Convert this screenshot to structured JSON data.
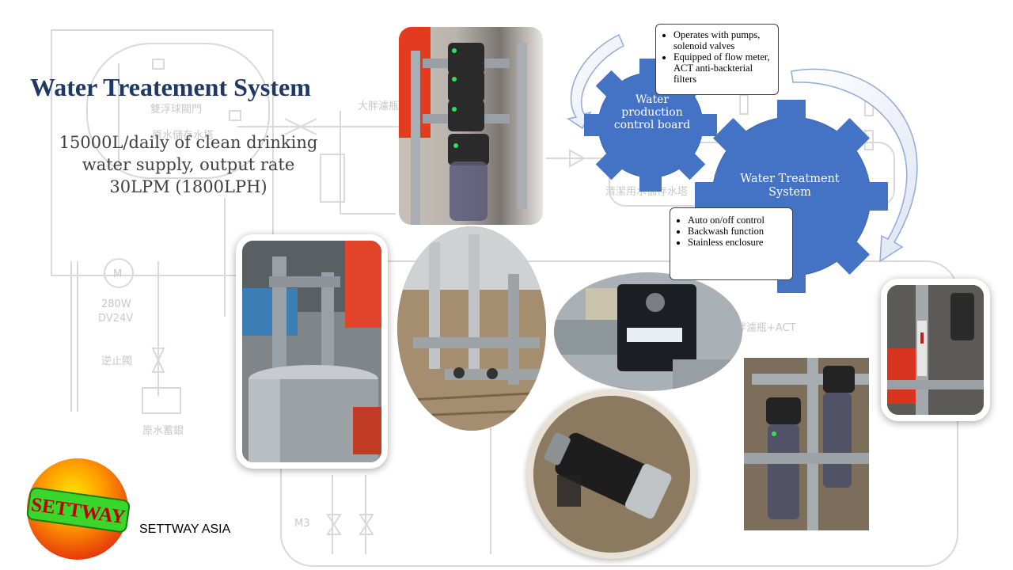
{
  "slide": {
    "title": "Water Treatement System",
    "subtitle_lines": [
      "15000L/daily of clean drinking",
      "water supply, output rate",
      "30LPM (1800LPH)"
    ]
  },
  "schematic_labels": {
    "float_valve": "雙浮球閥門",
    "raw_tank": "原水儲存水塔",
    "big_filter": "大胖濾瓶",
    "clean_tank": "清潔用水儲存水塔",
    "motor_power": "280W",
    "motor_voltage": "DV24V",
    "check_valve": "逆止閥",
    "raw_pool": "原水蓄銀",
    "filter_act": "胖濾瓶+ACT",
    "m3": "M3",
    "motor_symbol": "M"
  },
  "diagram": {
    "gear_small_label": "Water production control board",
    "gear_large_label": "Water Treatment System",
    "callout_top": [
      "Operates with pumps, solenoid valves",
      "Equipped of flow meter, ACT anti-backterial filters"
    ],
    "callout_bottom": [
      "Auto on/off control",
      "Backwash function",
      "Stainless enclosure"
    ],
    "gear_color": "#4472c4"
  },
  "photos": [
    {
      "name": "filter-housings-photo",
      "subject": "filter-housings"
    },
    {
      "name": "stainless-enclosure-photo",
      "subject": "stainless-tank"
    },
    {
      "name": "piping-oval-photo",
      "subject": "piping"
    },
    {
      "name": "solenoid-valve-photo",
      "subject": "solenoid-valve"
    },
    {
      "name": "pump-motor-photo",
      "subject": "pump-motor"
    },
    {
      "name": "filter-assembly-photo",
      "subject": "filter-assembly"
    },
    {
      "name": "flow-meter-photo",
      "subject": "flow-meter"
    }
  ],
  "logo": {
    "badge_text": "SETTWAY",
    "company_name": "SETTWAY ASIA",
    "colors": {
      "outer": "#e8360c",
      "inner": "#ffd200",
      "badge": "#3ad62b",
      "badge_text": "#c00000"
    }
  }
}
